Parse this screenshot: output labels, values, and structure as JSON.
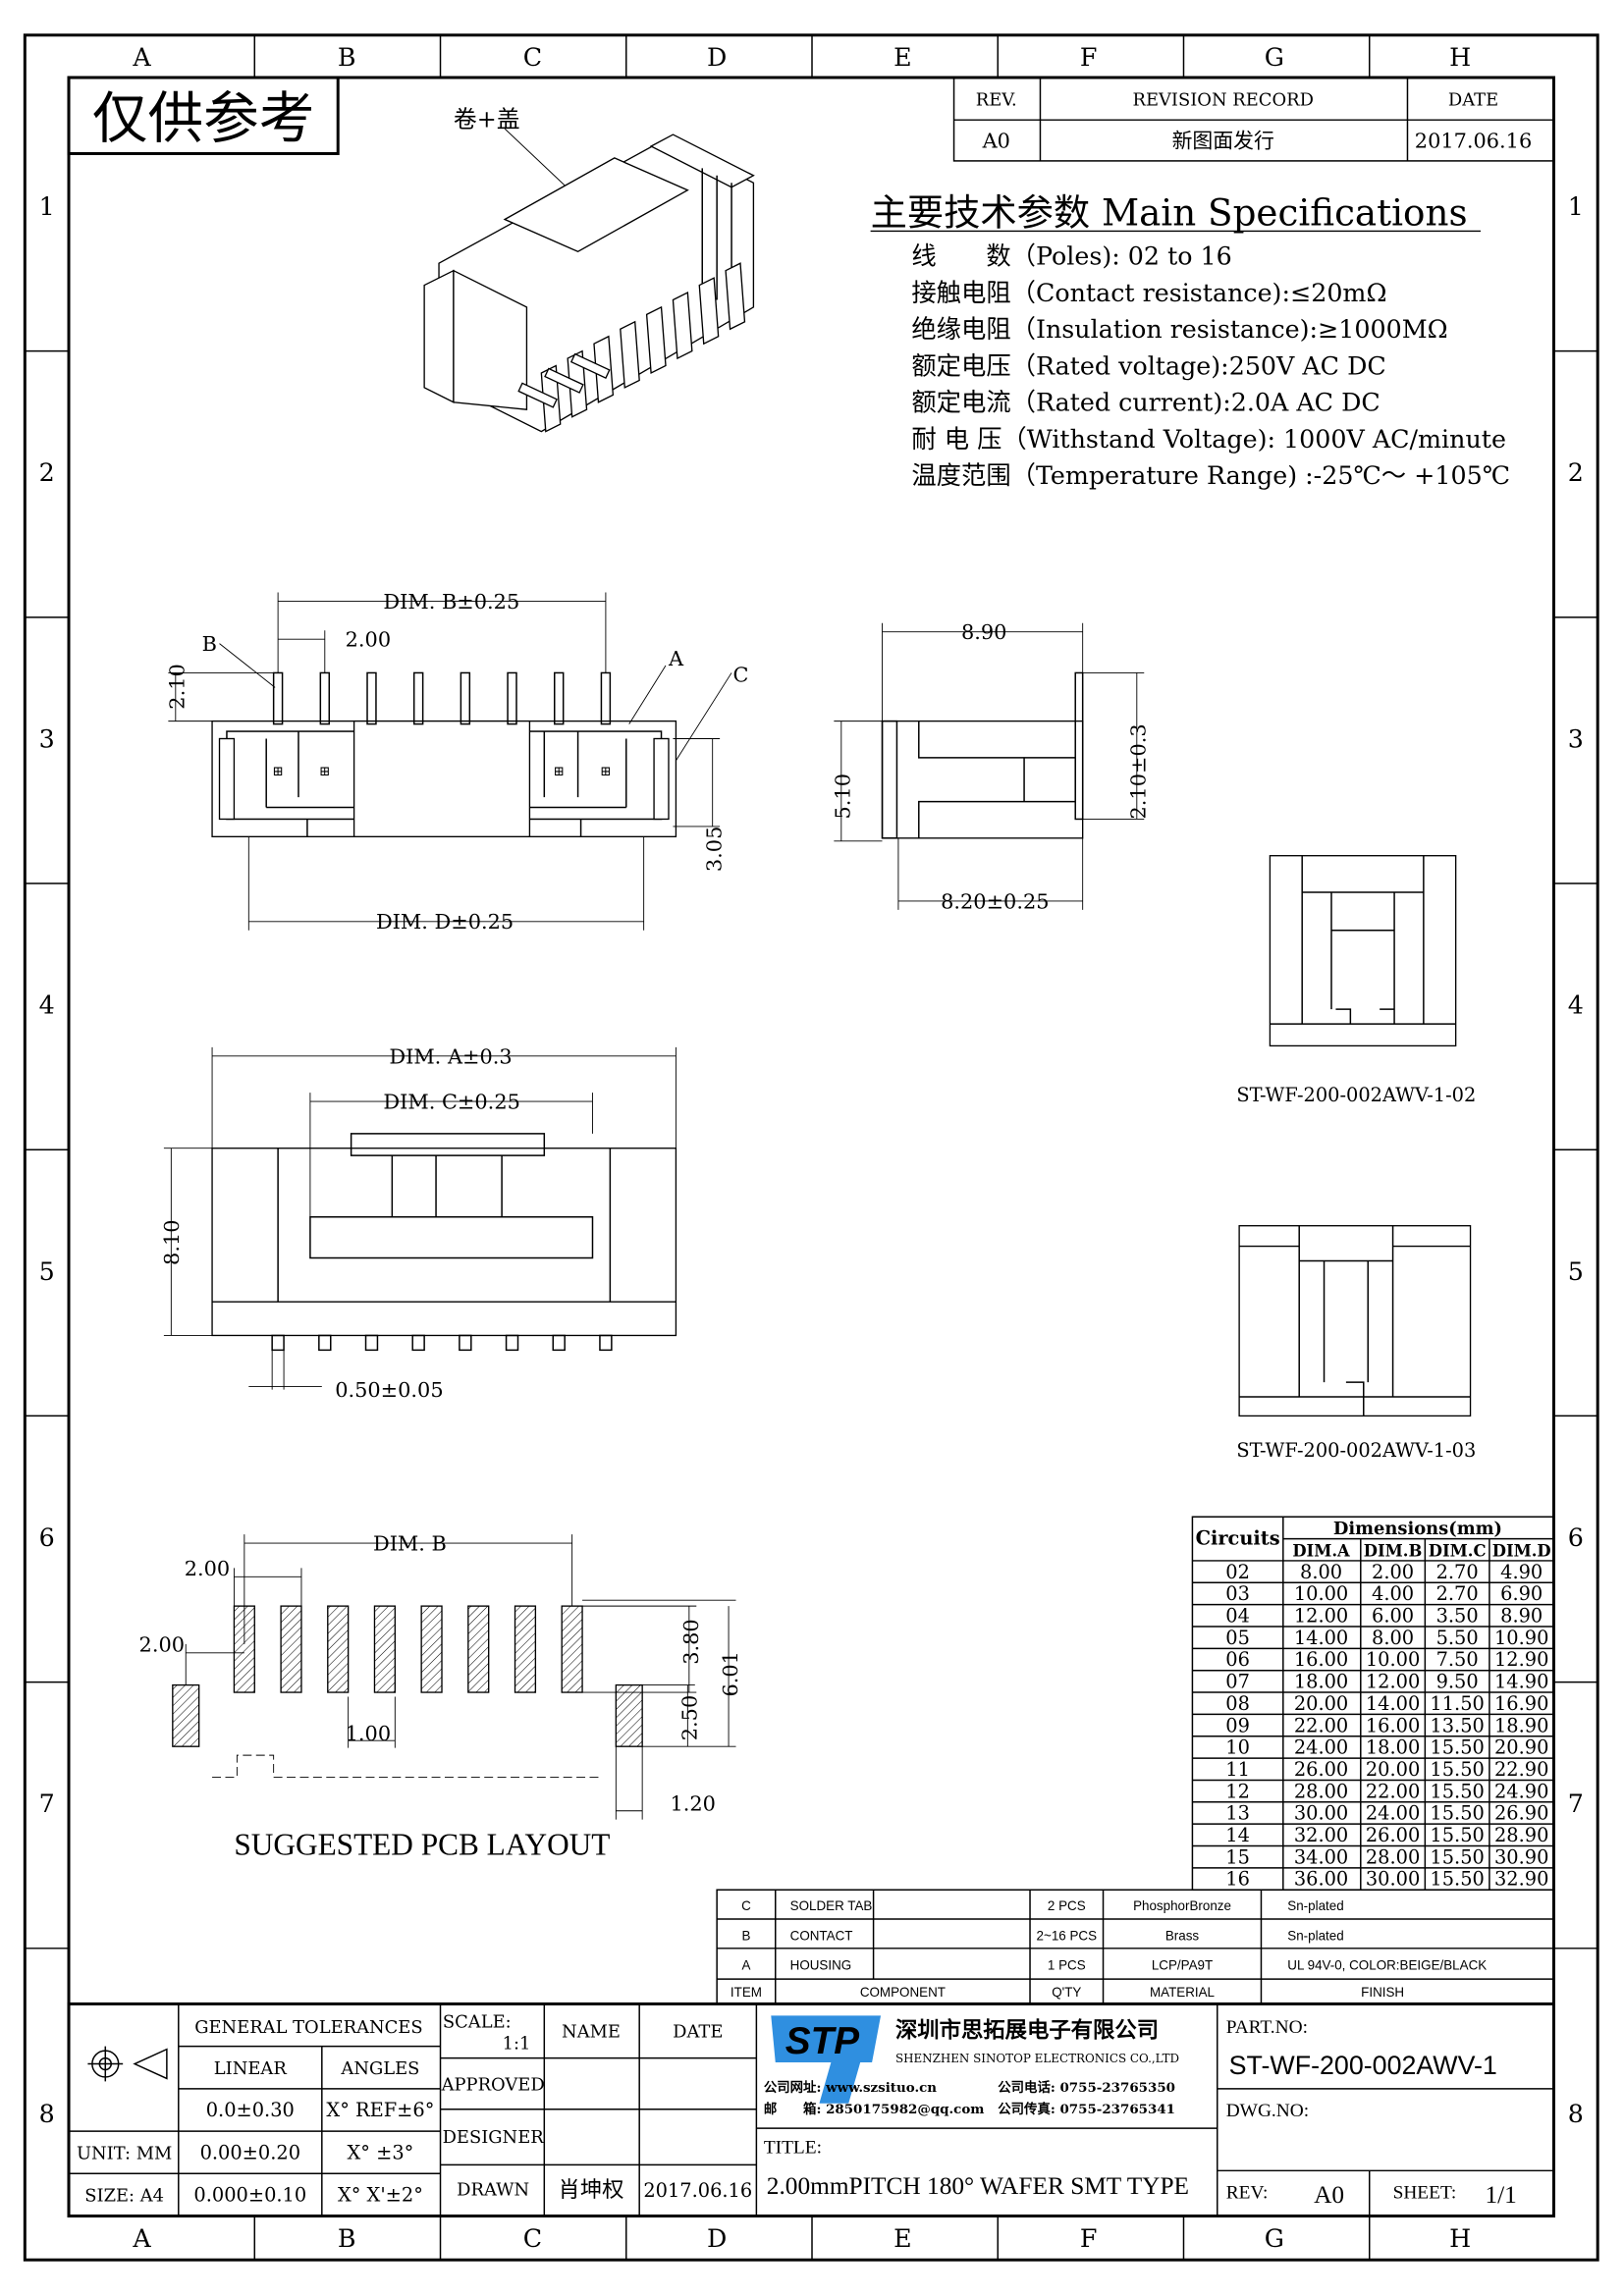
{
  "frame": {
    "columns": [
      "A",
      "B",
      "C",
      "D",
      "E",
      "F",
      "G",
      "H"
    ],
    "rows": [
      "1",
      "2",
      "3",
      "4",
      "5",
      "6",
      "7",
      "8"
    ]
  },
  "stamp": "仅供参考",
  "revision": {
    "headers": [
      "REV.",
      "REVISION RECORD",
      "DATE"
    ],
    "row": [
      "A0",
      "新图面发行",
      "2017.06.16"
    ]
  },
  "iso_label": "卷+盖",
  "specs": {
    "title": "主要技术参数 Main Specifications",
    "lines": [
      "线　　数（Poles): 02 to 16",
      "接触电阻（Contact resistance):≤20mΩ",
      "绝缘电阻（Insulation resistance):≥1000MΩ",
      "额定电压（Rated voltage):250V AC DC",
      "额定电流（Rated current):2.0A AC DC",
      "耐 电 压（Withstand Voltage): 1000V AC/minute",
      "温度范围（Temperature Range) :-25℃～ +105℃"
    ]
  },
  "front_view": {
    "dim_b": "DIM. B±0.25",
    "pitch": "2.00",
    "height": "2.10",
    "depth": "3.05",
    "dim_d": "DIM. D±0.25",
    "callouts": [
      "A",
      "B",
      "C"
    ]
  },
  "side_view": {
    "width": "8.90",
    "height": "5.10",
    "pin": "2.10±0.3",
    "base": "8.20±0.25"
  },
  "variants": [
    "ST-WF-200-002AWV-1-02",
    "ST-WF-200-002AWV-1-03"
  ],
  "top_view": {
    "dim_a": "DIM. A±0.3",
    "dim_c": "DIM. C±0.25",
    "height": "8.10",
    "pin_width": "0.50±0.05"
  },
  "pcb": {
    "title": "SUGGESTED PCB LAYOUT",
    "pitch": "2.00",
    "dim_b": "DIM. B",
    "tab_offset": "2.00",
    "pad_width": "1.00",
    "pad_len": "3.80",
    "total": "6.01",
    "tab_len": "2.50",
    "tab_width": "1.20"
  },
  "dim_table": {
    "circuits_header": "Circuits",
    "group_header": "Dimensions(mm)",
    "columns": [
      "DIM.A",
      "DIM.B",
      "DIM.C",
      "DIM.D"
    ],
    "rows": [
      [
        "02",
        "8.00",
        "2.00",
        "2.70",
        "4.90"
      ],
      [
        "03",
        "10.00",
        "4.00",
        "2.70",
        "6.90"
      ],
      [
        "04",
        "12.00",
        "6.00",
        "3.50",
        "8.90"
      ],
      [
        "05",
        "14.00",
        "8.00",
        "5.50",
        "10.90"
      ],
      [
        "06",
        "16.00",
        "10.00",
        "7.50",
        "12.90"
      ],
      [
        "07",
        "18.00",
        "12.00",
        "9.50",
        "14.90"
      ],
      [
        "08",
        "20.00",
        "14.00",
        "11.50",
        "16.90"
      ],
      [
        "09",
        "22.00",
        "16.00",
        "13.50",
        "18.90"
      ],
      [
        "10",
        "24.00",
        "18.00",
        "15.50",
        "20.90"
      ],
      [
        "11",
        "26.00",
        "20.00",
        "15.50",
        "22.90"
      ],
      [
        "12",
        "28.00",
        "22.00",
        "15.50",
        "24.90"
      ],
      [
        "13",
        "30.00",
        "24.00",
        "15.50",
        "26.90"
      ],
      [
        "14",
        "32.00",
        "26.00",
        "15.50",
        "28.90"
      ],
      [
        "15",
        "34.00",
        "28.00",
        "15.50",
        "30.90"
      ],
      [
        "16",
        "36.00",
        "30.00",
        "15.50",
        "32.90"
      ]
    ]
  },
  "bom": {
    "rows": [
      [
        "C",
        "SOLDER TAB",
        "",
        "2 PCS",
        "PhosphorBronze",
        "Sn-plated"
      ],
      [
        "B",
        "CONTACT",
        "",
        "2~16 PCS",
        "Brass",
        "Sn-plated"
      ],
      [
        "A",
        "HOUSING",
        "",
        "1 PCS",
        "LCP/PA9T",
        "UL 94V-0, COLOR:BEIGE/BLACK"
      ]
    ],
    "header": [
      "ITEM",
      "COMPONENT",
      "Q'TY",
      "MATERIAL",
      "FINISH"
    ]
  },
  "title_block": {
    "general_tolerances": "GENERAL TOLERANCES",
    "linear": "LINEAR",
    "angles": "ANGLES",
    "tol_rows": [
      [
        "0.0±0.30",
        "X° REF±6°"
      ],
      [
        "0.00±0.20",
        "X° ±3°"
      ],
      [
        "0.000±0.10",
        "X° X'±2°"
      ]
    ],
    "unit": "UNIT: MM",
    "size": "SIZE: A4",
    "scale_label": "SCALE:",
    "scale_value": "1:1",
    "name": "NAME",
    "date": "DATE",
    "approved": "APPROVED",
    "designer": "DESIGNER",
    "drawn": "DRAWN",
    "drawn_name": "肖坤权",
    "drawn_date": "2017.06.16",
    "company_cn": "深圳市思拓展电子有限公司",
    "company_en": "SHENZHEN SINOTOP ELECTRONICS CO.,LTD",
    "logo_text": "STP",
    "contact": [
      "公司网址: www.szsituo.cn",
      "公司电话: 0755-23765350",
      "邮　　箱: 2850175982@qq.com",
      "公司传真: 0755-23765341"
    ],
    "title_label": "TITLE:",
    "title": "2.00mmPITCH 180° WAFER SMT TYPE",
    "part_no_label": "PART.NO:",
    "part_no": "ST-WF-200-002AWV-1",
    "dwg_no_label": "DWG.NO:",
    "rev_label": "REV:",
    "rev": "A0",
    "sheet_label": "SHEET:",
    "sheet": "1/1"
  },
  "colors": {
    "logo": "#2f8fe0",
    "ink": "#000000"
  }
}
